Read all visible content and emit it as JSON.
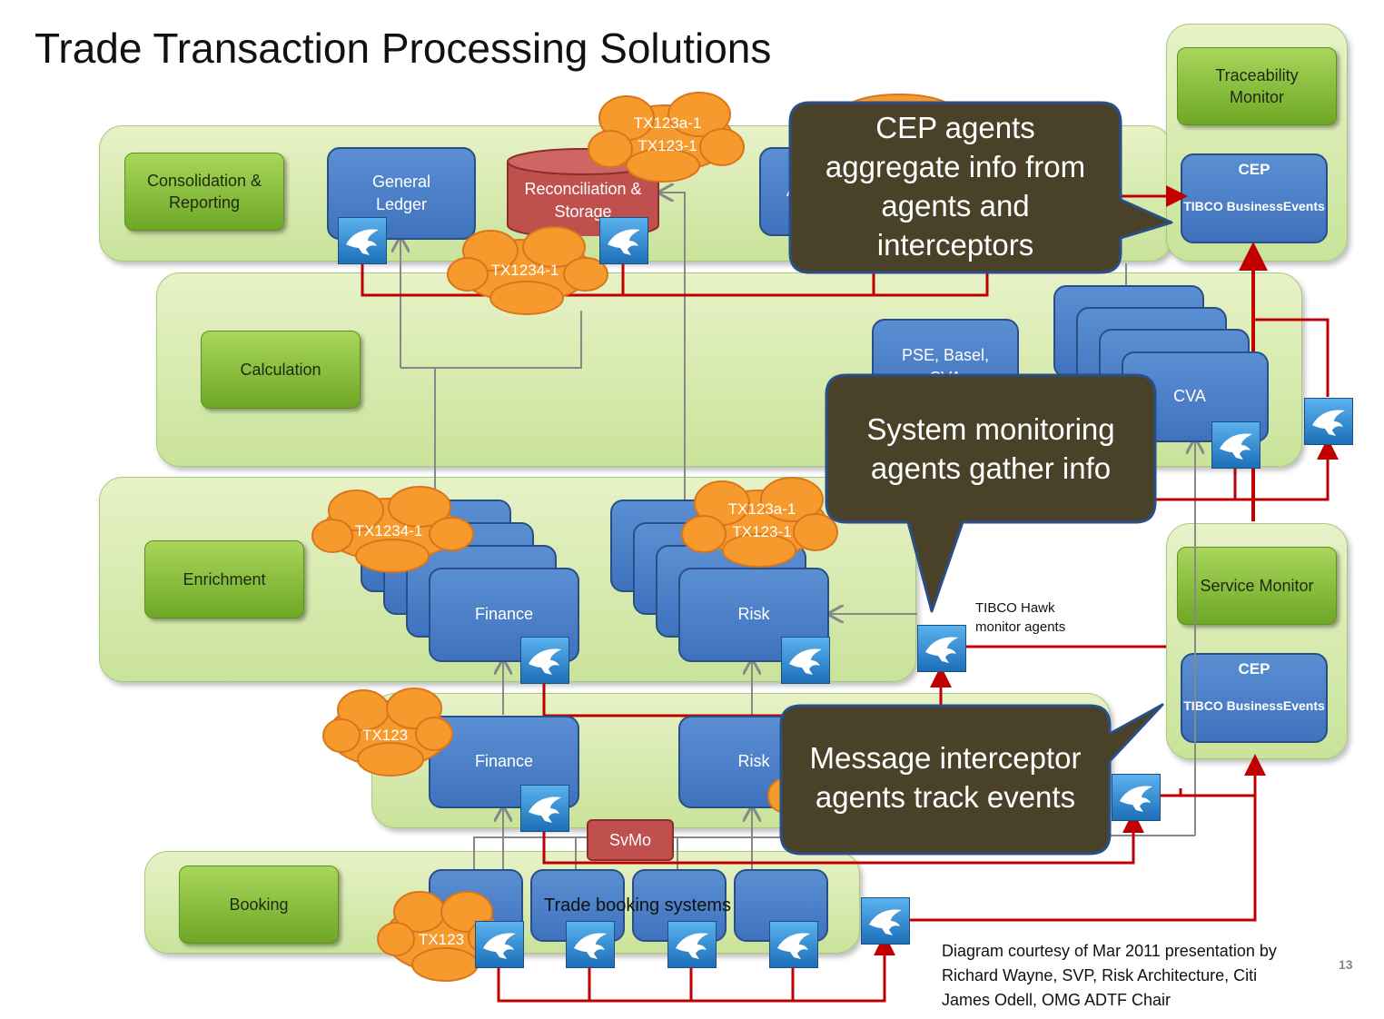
{
  "title": "Trade Transaction Processing Solutions",
  "layers": {
    "consolidation": "Consolidation & Reporting",
    "calculation": "Calculation",
    "enrichment": "Enrichment",
    "booking": "Booking"
  },
  "monitors": {
    "traceability": "Traceability Monitor",
    "service": "Service Monitor",
    "cep_label": "CEP",
    "cep_product": "TIBCO BusinessEvents"
  },
  "systems": {
    "general_ledger": "General Ledger",
    "reconciliation": "Reconciliation & Storage",
    "partial_a": "A",
    "pse": "PSE, Basel, CVA",
    "cva": "CVA",
    "finance": "Finance",
    "risk": "Risk",
    "svmo": "SvMo",
    "trade_booking": "Trade booking systems"
  },
  "tags": {
    "tx123a_1": "TX123a-1",
    "tx123_1": "TX123-1",
    "tx1234_1": "TX1234-1",
    "tx123": "TX123"
  },
  "hawk_label": "TIBCO Hawk monitor agents",
  "callouts": {
    "cep": "CEP agents aggregate info from agents and interceptors",
    "system": "System monitoring agents gather info",
    "message": "Message interceptor agents track events"
  },
  "credit": {
    "line1": "Diagram courtesy of  Mar 2011 presentation by",
    "line2": "Richard Wayne, SVP, Risk Architecture, Citi",
    "line3": "James Odell, OMG ADTF Chair"
  },
  "page_number": "13",
  "colors": {
    "band_fill": "#d6eab0",
    "green_button": "#8cc240",
    "blue_box": "#4a7fc8",
    "red_db": "#c0504d",
    "cloud": "#f79a2e",
    "callout": "#4a4129",
    "red_line": "#c00000",
    "gray_line": "#888888"
  }
}
